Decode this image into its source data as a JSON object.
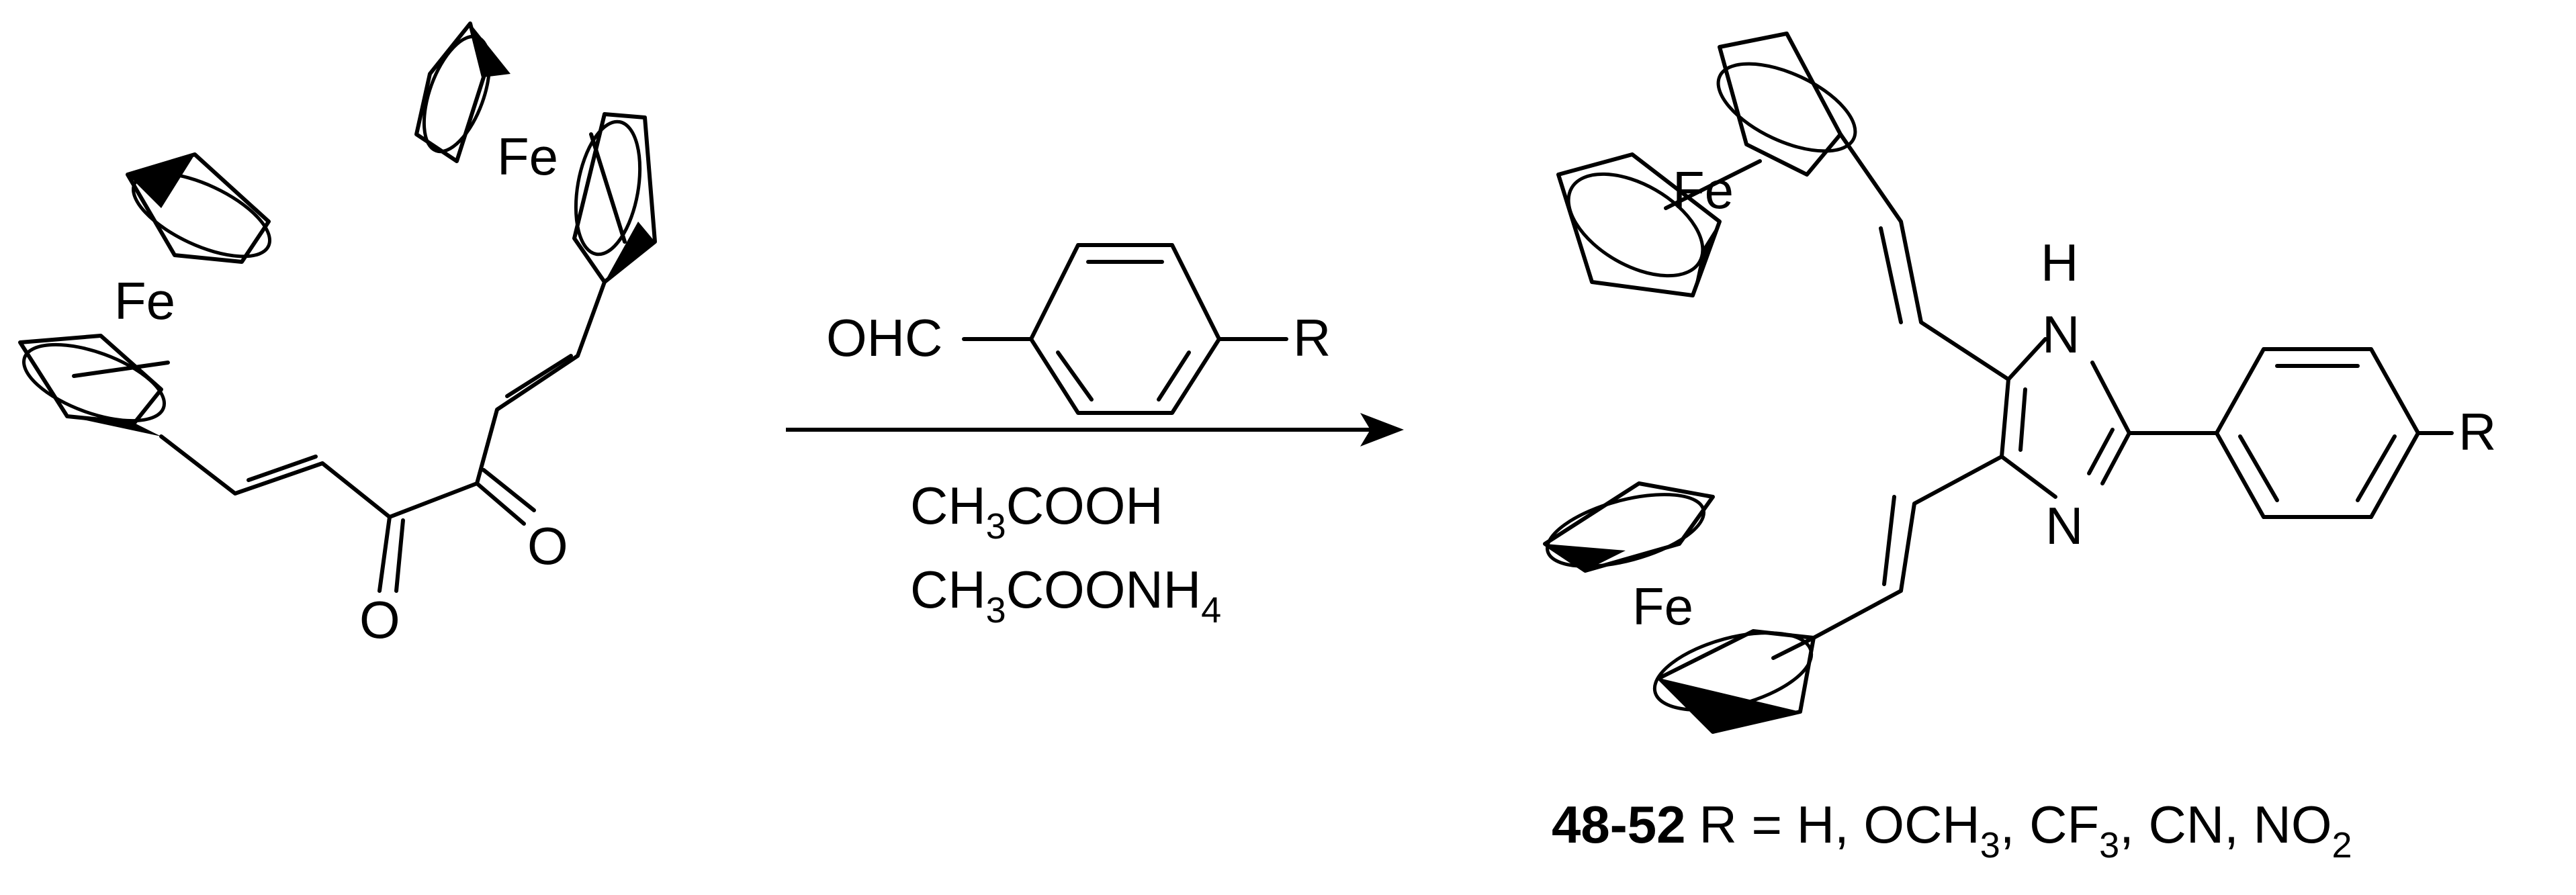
{
  "reactant": {
    "fe_top": "Fe",
    "fe_left": "Fe",
    "oxygen_1": "O",
    "oxygen_2": "O"
  },
  "reagents": {
    "aldehyde_group": "OHC",
    "aldehyde_substituent": "R",
    "acid_prefix": "CH",
    "acid_sub": "3",
    "acid_suffix": "COOH",
    "salt_prefix": "CH",
    "salt_sub": "3",
    "salt_mid": "COONH",
    "salt_sub2": "4"
  },
  "product": {
    "fe_top": "Fe",
    "fe_bottom": "Fe",
    "nh_label": "H",
    "n_label_1": "N",
    "n_label_2": "N",
    "substituent": "R"
  },
  "caption": {
    "compounds": "48-52",
    "r_equals": "R = H, OCH",
    "sub_3a": "3",
    "sep_1": ", CF",
    "sub_3b": "3",
    "sep_2": ", CN, NO",
    "sub_2": "2"
  }
}
